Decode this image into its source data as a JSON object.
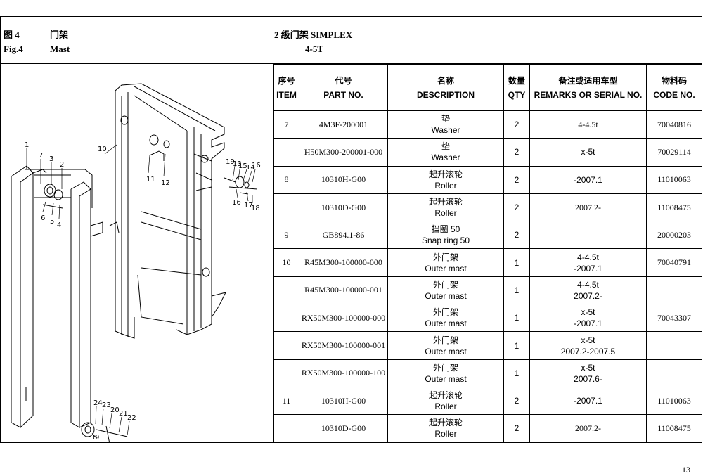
{
  "header": {
    "fig_cn": "图 4",
    "title_cn": "门架",
    "fig_en": "Fig.4",
    "title_en": "Mast",
    "right_line1": "2 级门架   SIMPLEX",
    "right_line2": "4-5T"
  },
  "table": {
    "columns": [
      {
        "cn": "序号",
        "en": "ITEM"
      },
      {
        "cn": "代号",
        "en": "PART NO."
      },
      {
        "cn": "名称",
        "en": "DESCRIPTION"
      },
      {
        "cn": "数量",
        "en": "QTY"
      },
      {
        "cn": "备注或适用车型",
        "en": "REMARKS OR SERIAL NO."
      },
      {
        "cn": "物料码",
        "en": "CODE NO."
      }
    ],
    "rows": [
      {
        "item": "7",
        "part": "4M3F-200001",
        "desc_cn": "垫",
        "desc_en": "Washer",
        "qty": "2",
        "remarks": [
          "4-4.5t"
        ],
        "code": "70040816"
      },
      {
        "item": "",
        "part": "H50M300-200001-000",
        "desc_cn": "垫",
        "desc_en": "Washer",
        "qty": "2",
        "remarks": [
          "x-5t"
        ],
        "code": "70029114"
      },
      {
        "item": "8",
        "part": "10310H-G00",
        "desc_cn": "起升滚轮",
        "desc_en": "Roller",
        "qty": "2",
        "remarks": [
          "-2007.1"
        ],
        "code": "11010063"
      },
      {
        "item": "",
        "part": "10310D-G00",
        "desc_cn": "起升滚轮",
        "desc_en": "Roller",
        "qty": "2",
        "remarks": [
          "2007.2-"
        ],
        "code": "11008475"
      },
      {
        "item": "9",
        "part": "GB894.1-86",
        "desc_cn": "挡圈 50",
        "desc_en": "Snap ring 50",
        "qty": "2",
        "remarks": [],
        "code": "20000203"
      },
      {
        "item": "10",
        "part": "R45M300-100000-000",
        "desc_cn": "外门架",
        "desc_en": "Outer mast",
        "qty": "1",
        "remarks": [
          "4-4.5t",
          "-2007.1"
        ],
        "code": "70040791"
      },
      {
        "item": "",
        "part": "R45M300-100000-001",
        "desc_cn": "外门架",
        "desc_en": "Outer mast",
        "qty": "1",
        "remarks": [
          "4-4.5t",
          "2007.2-"
        ],
        "code": ""
      },
      {
        "item": "",
        "part": "RX50M300-100000-000",
        "desc_cn": "外门架",
        "desc_en": "Outer mast",
        "qty": "1",
        "remarks": [
          "x-5t",
          "-2007.1"
        ],
        "code": "70043307"
      },
      {
        "item": "",
        "part": "RX50M300-100000-001",
        "desc_cn": "外门架",
        "desc_en": "Outer mast",
        "qty": "1",
        "remarks": [
          "x-5t",
          "2007.2-2007.5"
        ],
        "code": ""
      },
      {
        "item": "",
        "part": "RX50M300-100000-100",
        "desc_cn": "外门架",
        "desc_en": "Outer mast",
        "qty": "1",
        "remarks": [
          "x-5t",
          "2007.6-"
        ],
        "code": ""
      },
      {
        "item": "11",
        "part": "10310H-G00",
        "desc_cn": "起升滚轮",
        "desc_en": "Roller",
        "qty": "2",
        "remarks": [
          "-2007.1"
        ],
        "code": "11010063"
      },
      {
        "item": "",
        "part": "10310D-G00",
        "desc_cn": "起升滚轮",
        "desc_en": "Roller",
        "qty": "2",
        "remarks": [
          "2007.2-"
        ],
        "code": "11008475"
      }
    ]
  },
  "diagram": {
    "callouts": [
      "1",
      "7",
      "3",
      "2",
      "6",
      "5",
      "4",
      "10",
      "11",
      "12",
      "19",
      "13",
      "15",
      "14",
      "16",
      "16",
      "17",
      "18",
      "24",
      "23",
      "20",
      "21",
      "22",
      "9",
      "8"
    ]
  },
  "page_number": "13"
}
